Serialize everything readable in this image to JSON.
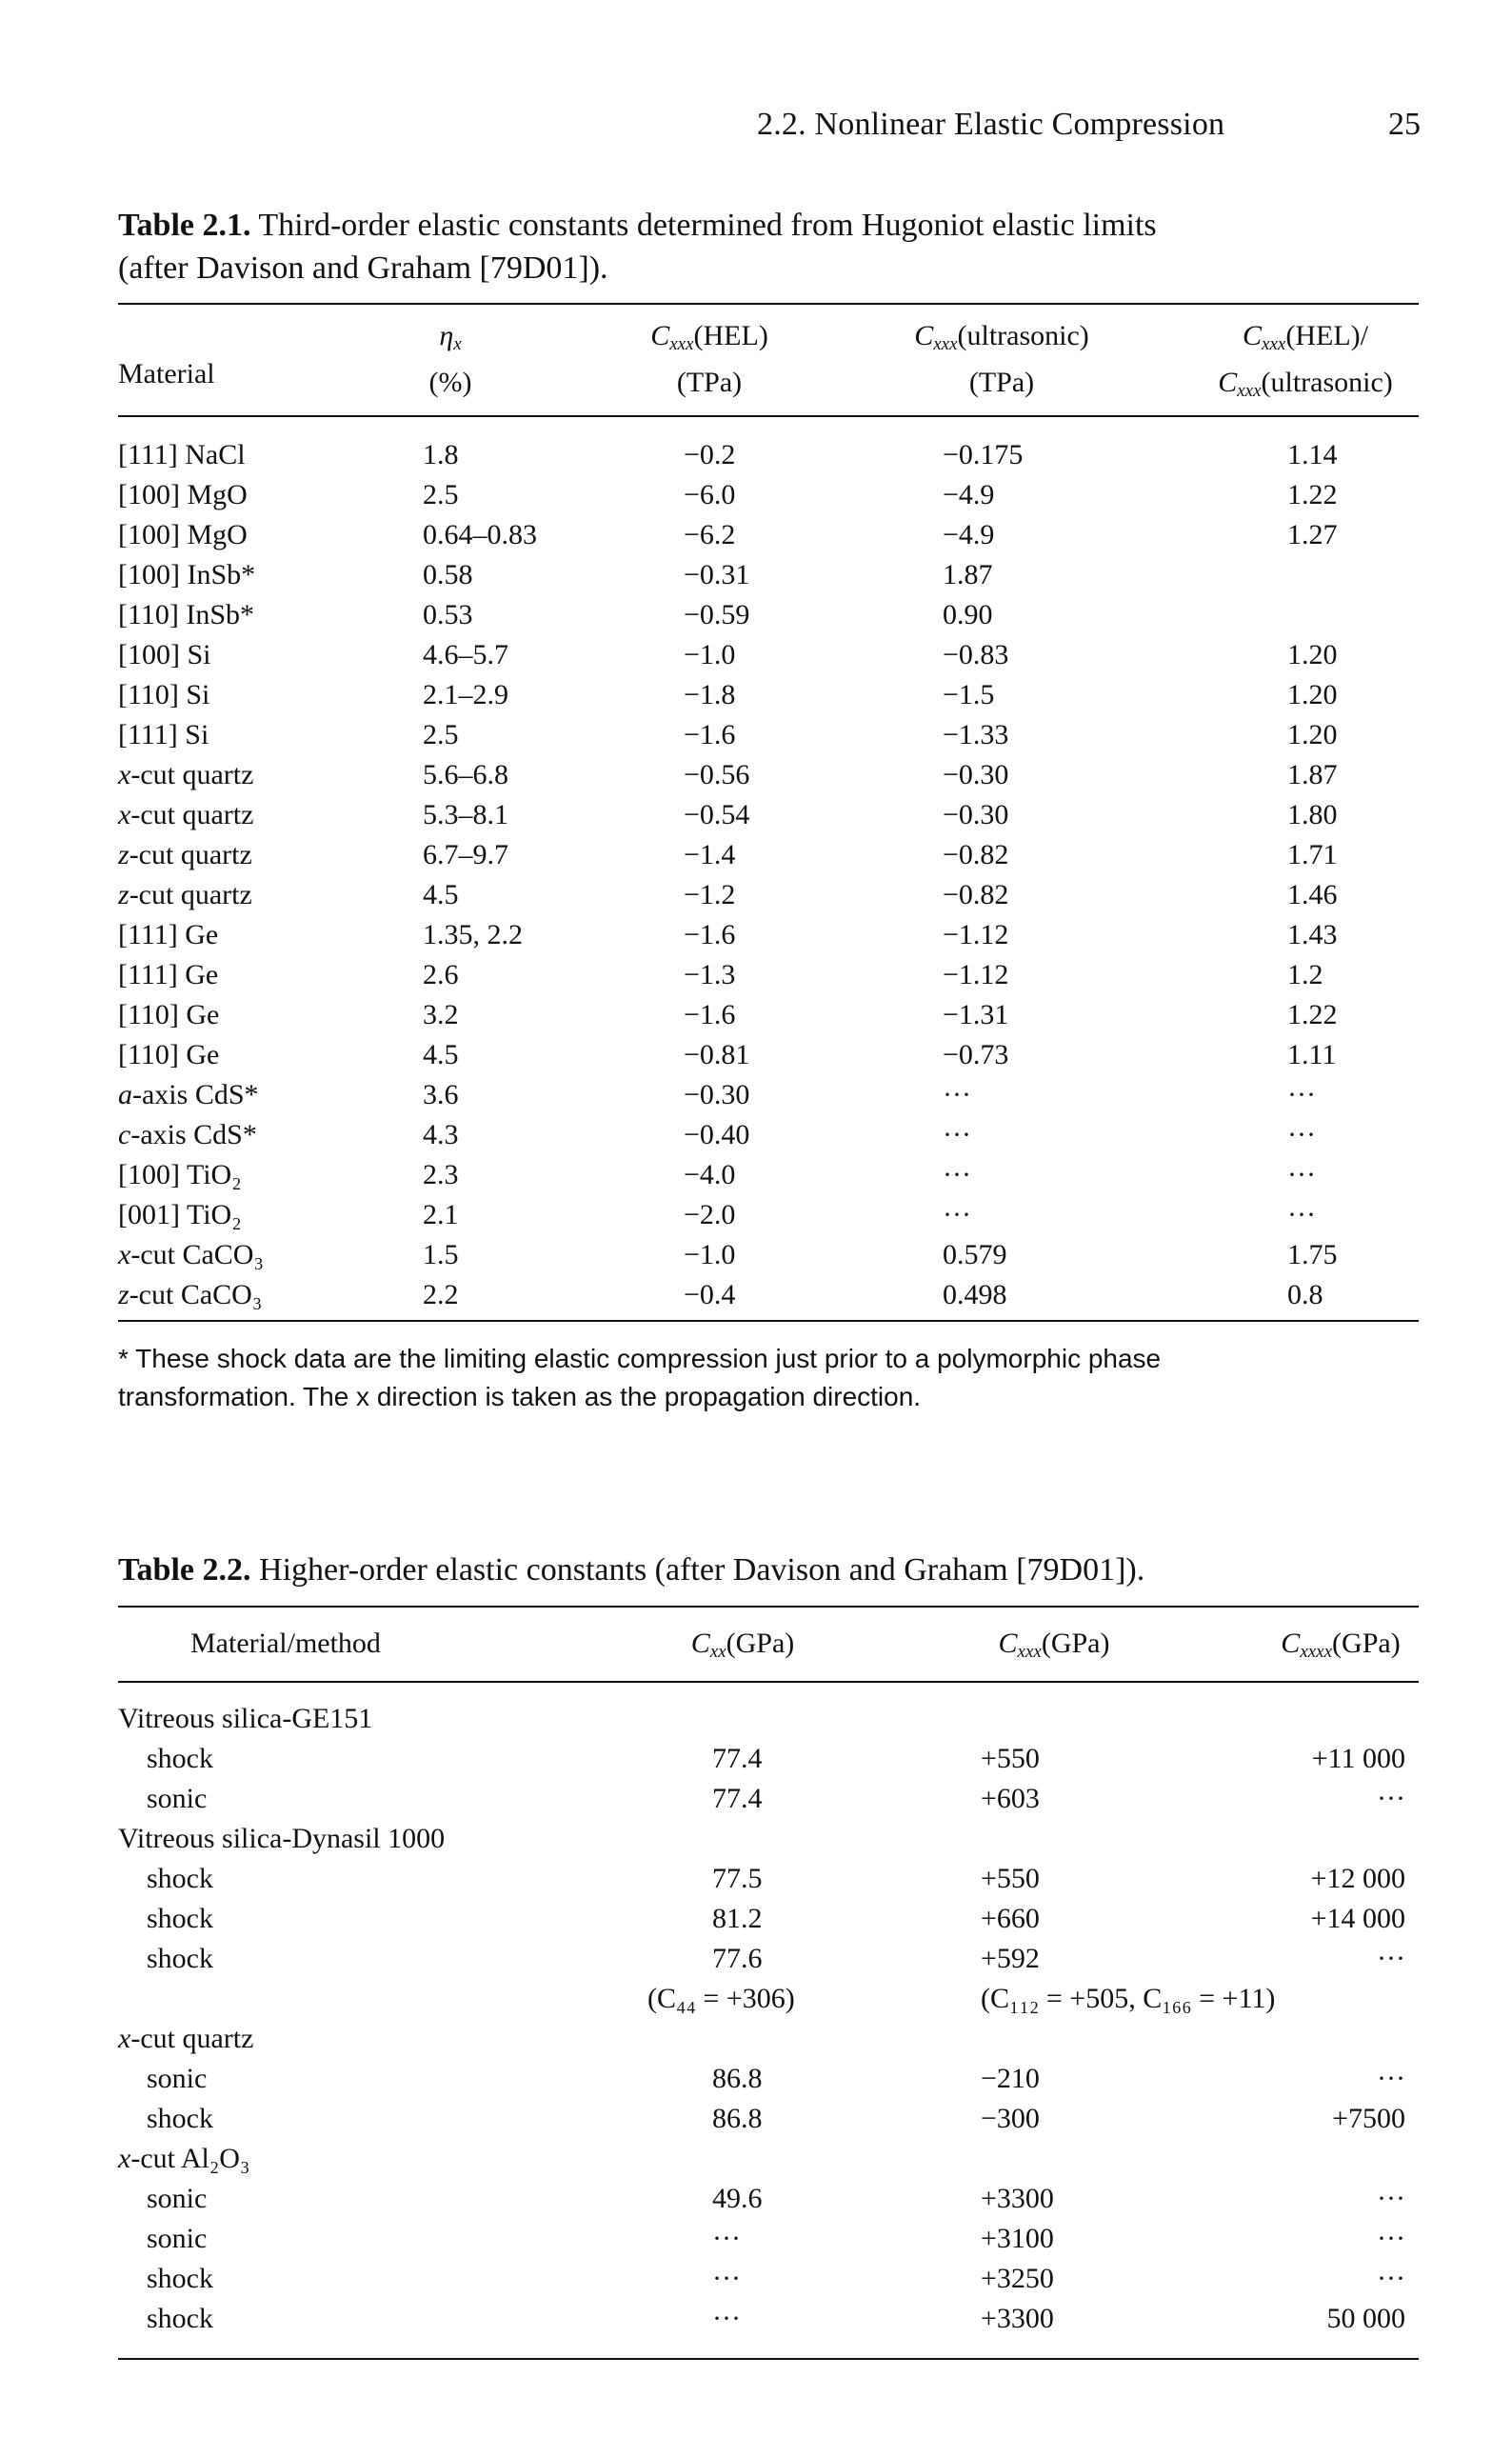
{
  "header": {
    "running_title": "2.2. Nonlinear Elastic Compression",
    "page_number": "25"
  },
  "table1": {
    "caption_label": "Table 2.1.",
    "caption_line1": "Third-order elastic constants determined from Hugoniot elastic limits",
    "caption_line2": "(after Davison and Graham [79D01]).",
    "columns": {
      "material": "Material",
      "eta_symbol": "η",
      "eta_sub": "x",
      "eta_unit": "(%)",
      "hel_symbol": "C",
      "hel_sub": "xxx",
      "hel_text": "(HEL)",
      "hel_unit": "(TPa)",
      "ultra_symbol": "C",
      "ultra_sub": "xxx",
      "ultra_text": "(ultrasonic)",
      "ultra_unit": "(TPa)",
      "ratio_symbol1": "C",
      "ratio_sub1": "xxx",
      "ratio_text1": "(HEL)/",
      "ratio_symbol2": "C",
      "ratio_sub2": "xxx",
      "ratio_text2": "(ultrasonic)"
    },
    "rows": [
      {
        "prefix": "",
        "material": "[111] NaCl",
        "eta": "1.8",
        "hel": "−0.2",
        "ultra": "−0.175",
        "ratio": "1.14"
      },
      {
        "prefix": "",
        "material": "[100] MgO",
        "eta": "2.5",
        "hel": "−6.0",
        "ultra": "−4.9",
        "ratio": "1.22"
      },
      {
        "prefix": "",
        "material": "[100] MgO",
        "eta": "0.64–0.83",
        "hel": "−6.2",
        "ultra": "−4.9",
        "ratio": "1.27"
      },
      {
        "prefix": "",
        "material": "[100] InSb*",
        "eta": "0.58",
        "hel": "−0.31",
        "ultra": "1.87",
        "ratio": ""
      },
      {
        "prefix": "",
        "material": "[110] InSb*",
        "eta": "0.53",
        "hel": "−0.59",
        "ultra": "0.90",
        "ratio": ""
      },
      {
        "prefix": "",
        "material": "[100] Si",
        "eta": "4.6–5.7",
        "hel": "−1.0",
        "ultra": "−0.83",
        "ratio": "1.20"
      },
      {
        "prefix": "",
        "material": "[110] Si",
        "eta": "2.1–2.9",
        "hel": "−1.8",
        "ultra": "−1.5",
        "ratio": "1.20"
      },
      {
        "prefix": "",
        "material": "[111] Si",
        "eta": "2.5",
        "hel": "−1.6",
        "ultra": "−1.33",
        "ratio": "1.20"
      },
      {
        "prefix": "x",
        "material": "-cut quartz",
        "eta": "5.6–6.8",
        "hel": "−0.56",
        "ultra": "−0.30",
        "ratio": "1.87"
      },
      {
        "prefix": "x",
        "material": "-cut quartz",
        "eta": "5.3–8.1",
        "hel": "−0.54",
        "ultra": "−0.30",
        "ratio": "1.80"
      },
      {
        "prefix": "z",
        "material": "-cut quartz",
        "eta": "6.7–9.7",
        "hel": "−1.4",
        "ultra": "−0.82",
        "ratio": "1.71"
      },
      {
        "prefix": "z",
        "material": "-cut quartz",
        "eta": "4.5",
        "hel": "−1.2",
        "ultra": "−0.82",
        "ratio": "1.46"
      },
      {
        "prefix": "",
        "material": "[111] Ge",
        "eta": "1.35, 2.2",
        "hel": "−1.6",
        "ultra": "−1.12",
        "ratio": "1.43"
      },
      {
        "prefix": "",
        "material": "[111] Ge",
        "eta": "2.6",
        "hel": "−1.3",
        "ultra": "−1.12",
        "ratio": "1.2"
      },
      {
        "prefix": "",
        "material": "[110] Ge",
        "eta": "3.2",
        "hel": "−1.6",
        "ultra": "−1.31",
        "ratio": "1.22"
      },
      {
        "prefix": "",
        "material": "[110] Ge",
        "eta": "4.5",
        "hel": "−0.81",
        "ultra": "−0.73",
        "ratio": "1.11"
      },
      {
        "prefix": "a",
        "material": "-axis CdS*",
        "eta": "3.6",
        "hel": "−0.30",
        "ultra": "···",
        "ratio": "···"
      },
      {
        "prefix": "c",
        "material": "-axis CdS*",
        "eta": "4.3",
        "hel": "−0.40",
        "ultra": "···",
        "ratio": "···"
      },
      {
        "prefix": "",
        "material": "[100] TiO₂",
        "eta": "2.3",
        "hel": "−4.0",
        "ultra": "···",
        "ratio": "···"
      },
      {
        "prefix": "",
        "material": "[001] TiO₂",
        "eta": "2.1",
        "hel": "−2.0",
        "ultra": "···",
        "ratio": "···"
      },
      {
        "prefix": "x",
        "material": "-cut CaCO₃",
        "eta": "1.5",
        "hel": "−1.0",
        "ultra": "0.579",
        "ratio": "1.75"
      },
      {
        "prefix": "z",
        "material": "-cut CaCO₃",
        "eta": "2.2",
        "hel": "−0.4",
        "ultra": "0.498",
        "ratio": "0.8"
      }
    ],
    "footnote_line1": "* These shock data are the limiting elastic compression just prior to a polymorphic phase",
    "footnote_line2": "transformation. The x direction is taken as the propagation direction."
  },
  "table2": {
    "caption_label": "Table 2.2.",
    "caption_text": "Higher-order elastic constants (after Davison and Graham [79D01]).",
    "columns": {
      "method": "Material/method",
      "c2_symbol": "C",
      "c2_sub": "xx",
      "c2_unit": "(GPa)",
      "c3_symbol": "C",
      "c3_sub": "xxx",
      "c3_unit": "(GPa)",
      "c4_symbol": "C",
      "c4_sub": "xxxx",
      "c4_unit": "(GPa)"
    },
    "rows": [
      {
        "type": "group",
        "prefix": "",
        "label": "Vitreous silica-GE151",
        "c2": "",
        "c3": "",
        "c4": ""
      },
      {
        "type": "item",
        "prefix": "",
        "label": "shock",
        "c2": "77.4",
        "c3": "+550",
        "c4": "+11 000"
      },
      {
        "type": "item",
        "prefix": "",
        "label": "sonic",
        "c2": "77.4",
        "c3": "+603",
        "c4": "···"
      },
      {
        "type": "group",
        "prefix": "",
        "label": "Vitreous silica-Dynasil 1000",
        "c2": "",
        "c3": "",
        "c4": ""
      },
      {
        "type": "item",
        "prefix": "",
        "label": "shock",
        "c2": "77.5",
        "c3": "+550",
        "c4": "+12 000"
      },
      {
        "type": "item",
        "prefix": "",
        "label": "shock",
        "c2": "81.2",
        "c3": "+660",
        "c4": "+14 000"
      },
      {
        "type": "item",
        "prefix": "",
        "label": "shock",
        "c2": "77.6",
        "c3": "+592",
        "c4": "···"
      },
      {
        "type": "note",
        "prefix": "",
        "label": "",
        "c2": "(C₄₄ = +306)",
        "c3": "(C₁₁₂ = +505, C₁₆₆ = +11)",
        "c4": ""
      },
      {
        "type": "group",
        "prefix": "x",
        "label": "-cut quartz",
        "c2": "",
        "c3": "",
        "c4": ""
      },
      {
        "type": "item",
        "prefix": "",
        "label": "sonic",
        "c2": "86.8",
        "c3": "−210",
        "c4": "···"
      },
      {
        "type": "item",
        "prefix": "",
        "label": "shock",
        "c2": "86.8",
        "c3": "−300",
        "c4": "+7500"
      },
      {
        "type": "group",
        "prefix": "x",
        "label": "-cut Al₂O₃",
        "c2": "",
        "c3": "",
        "c4": ""
      },
      {
        "type": "item",
        "prefix": "",
        "label": "sonic",
        "c2": "49.6",
        "c3": "+3300",
        "c4": "···"
      },
      {
        "type": "item",
        "prefix": "",
        "label": "sonic",
        "c2": "···",
        "c3": "+3100",
        "c4": "···"
      },
      {
        "type": "item",
        "prefix": "",
        "label": "shock",
        "c2": "···",
        "c3": "+3250",
        "c4": "···"
      },
      {
        "type": "item",
        "prefix": "",
        "label": "shock",
        "c2": "···",
        "c3": "+3300",
        "c4": "50 000"
      }
    ]
  }
}
